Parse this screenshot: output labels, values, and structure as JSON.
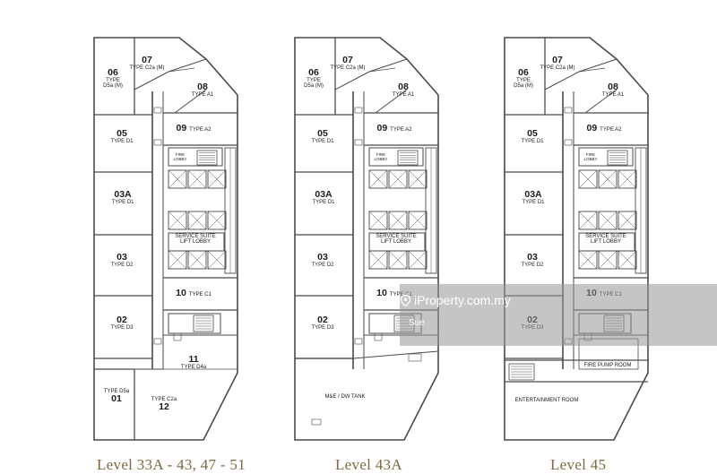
{
  "plans": [
    {
      "caption": "Level 33A - 43, 47 - 51",
      "units": [
        {
          "num": "06",
          "type": "TYPE\nD5a (M)"
        },
        {
          "num": "07",
          "type": "TYPE C2a (M)"
        },
        {
          "num": "08",
          "type": "TYPE A1"
        },
        {
          "num": "05",
          "type": "TYPE D1"
        },
        {
          "num": "09",
          "type": "TYPE A2"
        },
        {
          "num": "03A",
          "type": "TYPE D1"
        },
        {
          "num": "03",
          "type": "TYPE D2"
        },
        {
          "num": "10",
          "type": "TYPE C1"
        },
        {
          "num": "02",
          "type": "TYPE D3"
        },
        {
          "num": "11",
          "type": "TYPE D4a"
        },
        {
          "num": "01",
          "type": "TYPE D5a"
        },
        {
          "num": "12",
          "type": "TYPE C2a"
        }
      ],
      "core": {
        "fire_lobby": "FIRE\nLOBBY",
        "service": "SERVICE SUITE\nLIFT LOBBY"
      }
    },
    {
      "caption": "Level 43A",
      "units": [
        {
          "num": "06",
          "type": "TYPE\nD5a (M)"
        },
        {
          "num": "07",
          "type": "TYPE C2a (M)"
        },
        {
          "num": "08",
          "type": "TYPE A1"
        },
        {
          "num": "05",
          "type": "TYPE D1"
        },
        {
          "num": "09",
          "type": "TYPE A2"
        },
        {
          "num": "03A",
          "type": "TYPE D1"
        },
        {
          "num": "03",
          "type": "TYPE D2"
        },
        {
          "num": "10",
          "type": "TYPE C1"
        },
        {
          "num": "02",
          "type": "TYPE D3"
        }
      ],
      "core": {
        "fire_lobby": "FIRE\nLOBBY",
        "service": "SERVICE SUITE\nLIFT LOBBY"
      },
      "rooms": {
        "tank": "M&E / DW TANK"
      }
    },
    {
      "caption": "Level 45",
      "units": [
        {
          "num": "06",
          "type": "TYPE\nD5a (M)"
        },
        {
          "num": "07",
          "type": "TYPE C2a (M)"
        },
        {
          "num": "08",
          "type": "TYPE A1"
        },
        {
          "num": "05",
          "type": "TYPE D1"
        },
        {
          "num": "09",
          "type": "TYPE A2"
        },
        {
          "num": "03A",
          "type": "TYPE D1"
        },
        {
          "num": "03",
          "type": "TYPE D2"
        },
        {
          "num": "10",
          "type": "TYPE C1"
        },
        {
          "num": "02",
          "type": "TYPE D3"
        }
      ],
      "core": {
        "fire_lobby": "FIRE\nLOBBY",
        "service": "SERVICE SUITE\nLIFT LOBBY"
      },
      "rooms": {
        "fire_pump": "FIRE PUMP ROOM",
        "entertainment": "ENTERTAINMENT ROOM"
      }
    }
  ],
  "watermark": {
    "text": "iProperty.com.my",
    "sub": "Sue"
  }
}
